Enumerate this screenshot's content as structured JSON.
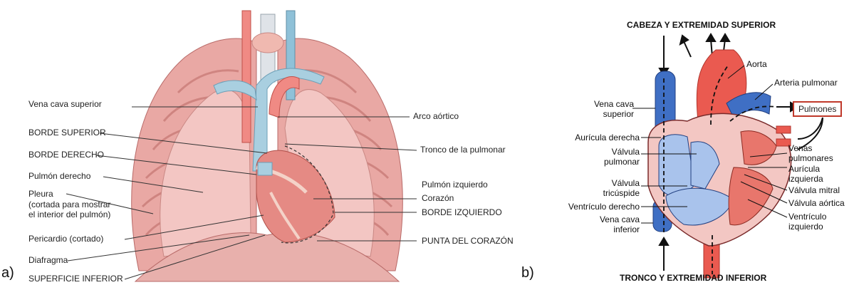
{
  "panel_a": {
    "tag": "a)",
    "left_labels": {
      "vena_cava_superior": "Vena cava superior",
      "borde_superior": "BORDE SUPERIOR",
      "borde_derecho": "BORDE DERECHO",
      "pulmon_derecho": "Pulmón derecho",
      "pleura_1": "Pleura",
      "pleura_2": "(cortada para mostrar",
      "pleura_3": "el interior del pulmón)",
      "pericardio": "Pericardio (cortado)",
      "diafragma": "Diafragma",
      "superficie_inferior": "SUPERFICIE INFERIOR"
    },
    "right_labels": {
      "arco_aortico": "Arco aórtico",
      "tronco_pulmonar": "Tronco de la pulmonar",
      "pulmon_izquierdo": "Pulmón izquierdo",
      "corazon": "Corazón",
      "borde_izquierdo": "BORDE IZQUIERDO",
      "punta_corazon": "PUNTA DEL CORAZÓN"
    }
  },
  "panel_b": {
    "tag": "b)",
    "top_heading": "CABEZA Y EXTREMIDAD SUPERIOR",
    "bottom_heading": "TRONCO Y EXTREMIDAD INFERIOR",
    "pulmones": "Pulmones",
    "left_labels": {
      "vena_cava_superior_1": "Vena cava",
      "vena_cava_superior_2": "superior",
      "auricula_derecha": "Aurícula derecha",
      "valvula_pulmonar_1": "Válvula",
      "valvula_pulmonar_2": "pulmonar",
      "valvula_tricuspide_1": "Válvula",
      "valvula_tricuspide_2": "tricúspide",
      "ventriculo_derecho": "Ventrículo derecho",
      "vena_cava_inferior_1": "Vena cava",
      "vena_cava_inferior_2": "inferior"
    },
    "right_labels": {
      "aorta": "Aorta",
      "arteria_pulmonar": "Arteria pulmonar",
      "venas_pulmonares_1": "Venas",
      "venas_pulmonares_2": "pulmonares",
      "auricula_izquierda_1": "Aurícula",
      "auricula_izquierda_2": "izquierda",
      "valvula_mitral": "Válvula mitral",
      "valvula_aortica": "Válvula aórtica",
      "ventriculo_izquierdo_1": "Ventrículo",
      "ventriculo_izquierdo_2": "izquierdo"
    },
    "colors": {
      "oxygenated": "#e8524a",
      "deoxygenated": "#3f6fc4",
      "outline_box": "#c0392b"
    }
  }
}
